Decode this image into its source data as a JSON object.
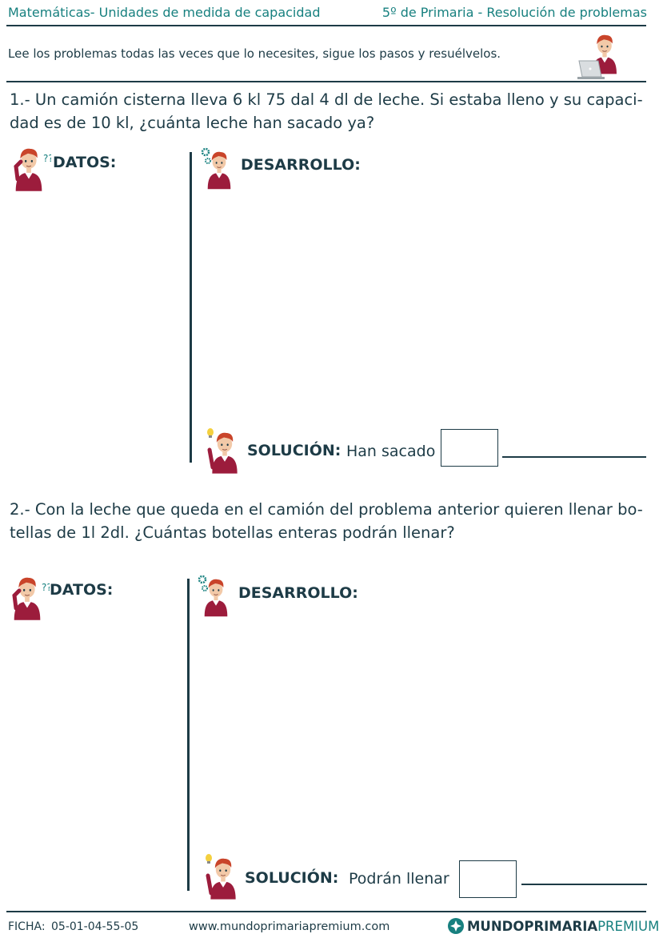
{
  "header": {
    "left": "Matemáticas- Unidades de medida de capacidad",
    "right": "5º de Primaria - Resolución de problemas"
  },
  "intro": "Lee los problemas todas las veces que lo necesites, sigue los pasos y resuélvelos.",
  "problems": [
    {
      "text": "1.- Un camión cisterna lleva 6 kl 75 dal 4 dl de leche. Si estaba lleno y su capacidad es de 10 kl, ¿cuánta leche han sacado ya?",
      "line1": "1.- Un camión cisterna lleva 6 kl 75 dal 4 dl de leche. Si estaba lleno y su capaci-",
      "line2": "dad es de 10 kl, ¿cuánta leche han sacado ya?",
      "datos_label": "DATOS:",
      "desarrollo_label": "DESARROLLO:",
      "solucion_label": "SOLUCIÓN:",
      "solucion_text": "Han sacado"
    },
    {
      "text": "2.- Con la leche que queda en el camión del problema anterior quieren llenar botellas de 1l 2dl. ¿Cuántas botellas enteras podrán llenar?",
      "line1": "2.- Con la leche que queda en el camión del problema anterior quieren llenar bo-",
      "line2": "tellas de 1l 2dl. ¿Cuántas botellas enteras podrán llenar?",
      "datos_label": "DATOS:",
      "desarrollo_label": "DESARROLLO:",
      "solucion_label": "SOLUCIÓN:",
      "solucion_text": "Podrán llenar"
    }
  ],
  "footer": {
    "ficha_label": "FICHA:",
    "ficha_code": "05-01-04-55-05",
    "url": "www.mundoprimariapremium.com",
    "brand_a": "MUNDO",
    "brand_b": "PRIMARIA",
    "brand_c": "PREMIUM"
  },
  "colors": {
    "text": "#1d3b46",
    "accent": "#17807f",
    "sweater": "#9c1c3c",
    "hair": "#c9442a"
  },
  "icons": [
    "thinking-boy-icon",
    "gears-boy-icon",
    "lightbulb-boy-icon",
    "laptop-boy-icon",
    "mundoprimaria-logo-icon"
  ]
}
